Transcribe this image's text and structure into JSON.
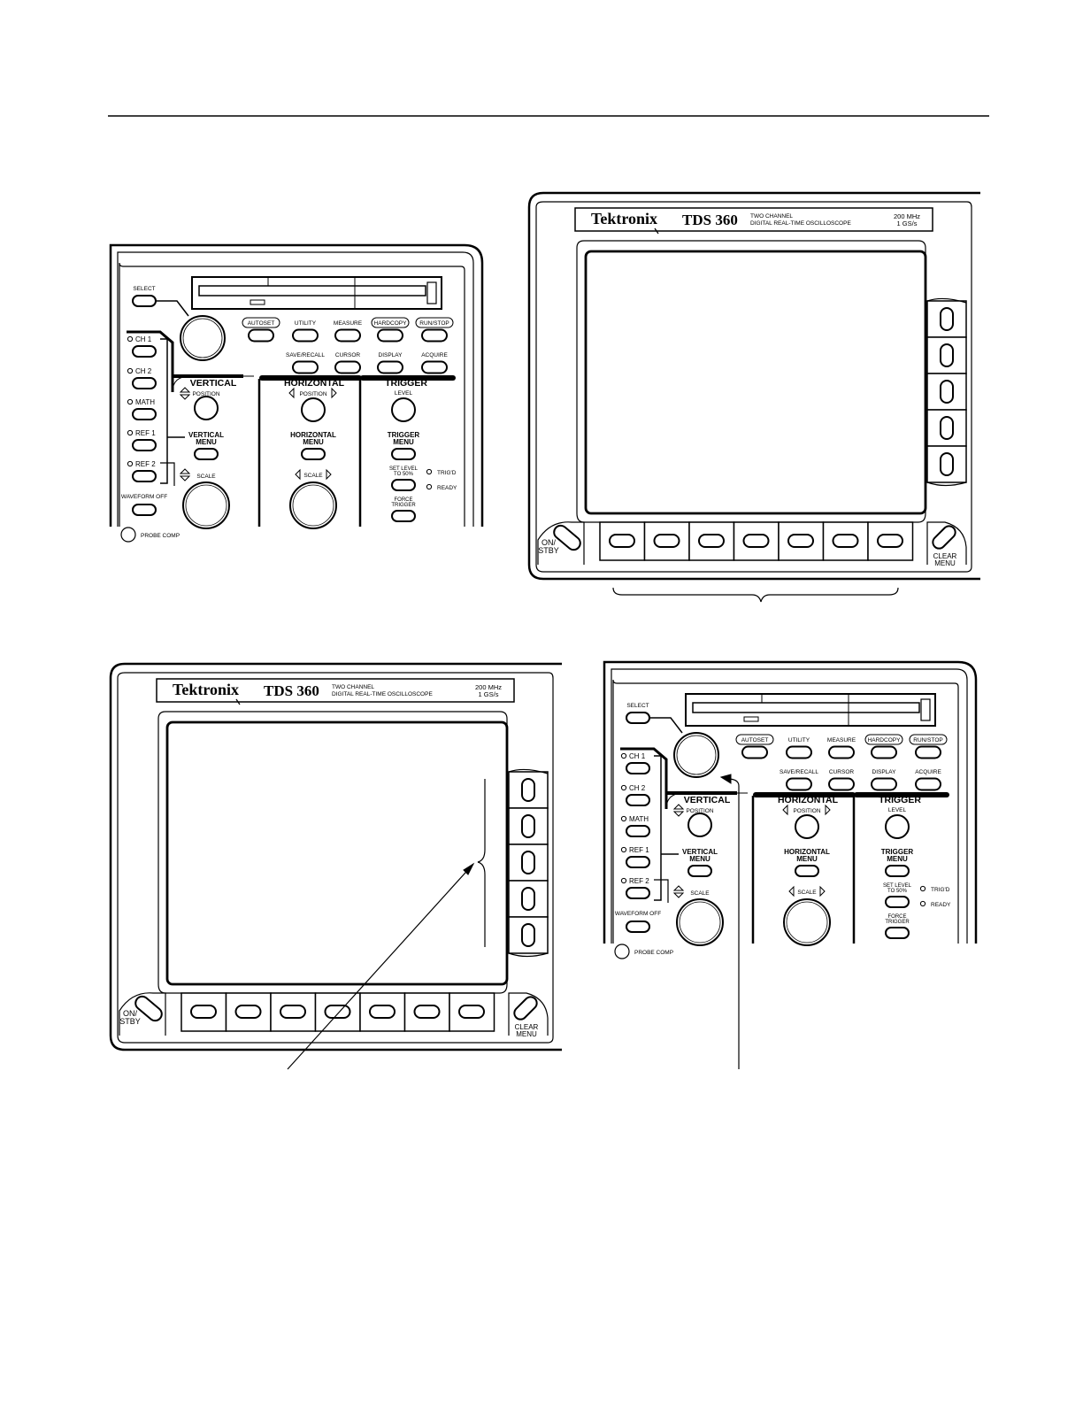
{
  "controls": {
    "select": "SELECT",
    "ch1": "CH 1",
    "ch2": "CH 2",
    "math": "MATH",
    "ref1": "REF 1",
    "ref2": "REF 2",
    "waveform_off": "WAVEFORM OFF",
    "probe_comp": "PROBE COMP",
    "autoset": "AUTOSET",
    "utility": "UTILITY",
    "measure": "MEASURE",
    "hardcopy": "HARDCOPY",
    "run_stop": "RUN/STOP",
    "save_recall": "SAVE/RECALL",
    "cursor": "CURSOR",
    "display": "DISPLAY",
    "acquire": "ACQUIRE",
    "vertical": "VERTICAL",
    "horizontal": "HORIZONTAL",
    "trigger": "TRIGGER",
    "position": "POSITION",
    "level": "LEVEL",
    "vertical_menu": [
      "VERTICAL",
      "MENU"
    ],
    "horizontal_menu": [
      "HORIZONTAL",
      "MENU"
    ],
    "trigger_menu": [
      "TRIGGER",
      "MENU"
    ],
    "scale": "SCALE",
    "set_level": [
      "SET LEVEL",
      "TO 50%"
    ],
    "trigd": "TRIG'D",
    "ready": "READY",
    "force_trigger": [
      "FORCE",
      "TRIGGER"
    ]
  },
  "front": {
    "brand": "Tektronix",
    "model": "TDS 360",
    "desc": [
      "TWO CHANNEL",
      "DIGITAL REAL-TIME OSCILLOSCOPE"
    ],
    "spec": [
      "200 MHz",
      "1 GS/s"
    ],
    "on_stby": [
      "ON/",
      "STBY"
    ],
    "clear_menu": [
      "CLEAR",
      "MENU"
    ]
  }
}
